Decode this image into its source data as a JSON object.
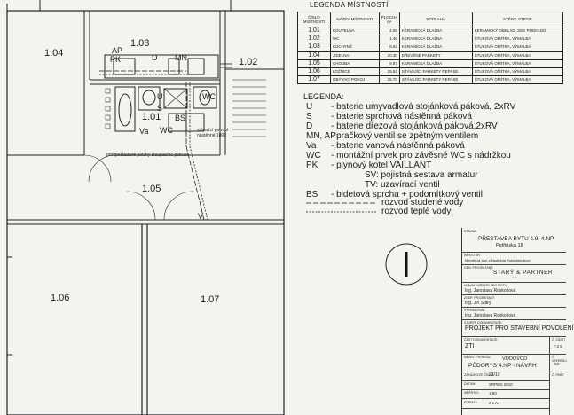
{
  "plan_labels": {
    "r103": "1.03",
    "r104": "1.04",
    "r102": "1.02",
    "r101": "1.01",
    "r105": "1.05",
    "r106": "1.06",
    "r107": "1.07",
    "ap": "AP",
    "pk": "PK",
    "d": "D",
    "mn": "MN",
    "u": "U",
    "s": "S",
    "va": "Va",
    "wc": "WC",
    "bs": "BS",
    "wc2": "WC",
    "v": "V",
    "note1": "předpokládané polohy stoupacího potrubí",
    "note2": "stávající potrubí nástěnné 1800"
  },
  "rooms_table": {
    "title": "LEGENDA MÍSTNOSTÍ",
    "headers": [
      "ČÍSLO MÍSTNOSTI",
      "NÁZEV MÍSTNOSTI",
      "PLOCHA m²",
      "PODLAHA",
      "STĚNY, STROP"
    ],
    "rows": [
      {
        "code": "1.01",
        "name": "KOUPELNA",
        "area": "4.08",
        "floor": "KERAMICKÁ DLAŽBA",
        "walls": "KERAMICKÝ OBKLAD, SDK PODHLED"
      },
      {
        "code": "1.02",
        "name": "WC",
        "area": "1.46",
        "floor": "KERAMICKÁ DLAŽBA",
        "walls": "ŠTUKOVÁ OMÍTKA, VÝMALBA"
      },
      {
        "code": "1.03",
        "name": "KUCHYNĚ",
        "area": "8.62",
        "floor": "KERAMICKÁ DLAŽBA",
        "walls": "ŠTUKOVÁ OMÍTKA, VÝMALBA"
      },
      {
        "code": "1.04",
        "name": "JÍDELNA",
        "area": "20.30",
        "floor": "DŘEVĚNÉ PARKETY",
        "walls": "ŠTUKOVÁ OMÍTKA, VÝMALBA"
      },
      {
        "code": "1.05",
        "name": "CHODBA",
        "area": "9.87",
        "floor": "KERAMICKÁ DLAŽBA",
        "walls": "ŠTUKOVÁ OMÍTKA, VÝMALBA"
      },
      {
        "code": "1.06",
        "name": "LOŽNICE",
        "area": "25.92",
        "floor": "STÁVAJÍCÍ PARKETY REPASE",
        "walls": "ŠTUKOVÁ OMÍTKA, VÝMALBA"
      },
      {
        "code": "1.07",
        "name": "OBÝVACÍ POKOJ",
        "area": "25.70",
        "floor": "STÁVAJÍCÍ PARKETY REPASE",
        "walls": "ŠTUKOVÁ OMÍTKA, VÝMALBA"
      }
    ]
  },
  "legend": {
    "heading": "LEGENDA:",
    "items": [
      {
        "key": "U",
        "text": "- baterie umyvadlová stojánková páková, 2xRV"
      },
      {
        "key": "S",
        "text": "- baterie sprchová nástěnná páková"
      },
      {
        "key": "D",
        "text": "- baterie dřezová stojánková páková,2xRV"
      },
      {
        "key": "MN, AP",
        "text": "- pračkový ventil se zpětným ventilem"
      },
      {
        "key": "Va",
        "text": "- baterie vanová nástěnná páková"
      },
      {
        "key": "WC",
        "text": "- montážní prvek pro závěsné WC s nádržkou"
      },
      {
        "key": "PK",
        "text": "- plynový kotel VAILLANT"
      },
      {
        "key": "",
        "text": "SV: pojistná sestava armatur"
      },
      {
        "key": "",
        "text": "TV: uzavírací ventil"
      },
      {
        "key": "BS",
        "text": "- bidetová sprcha + podomítkový ventil"
      }
    ],
    "cold_water": "rozvod studené vody",
    "hot_water": "rozvod teplé vody"
  },
  "title_block": {
    "stavba_lbl": "STAVBA:",
    "stavba": "PŘESTAVBA BYTU č.9, 4.NP",
    "address": "Petřinská 18",
    "investor_lbl": "INVESTOR:",
    "investor": "Mendlová Igor a Naděžda Rukovishnikovi",
    "gen_lbl": "GEN. PROJEKTANT:",
    "firm": "STARÝ & PARTNER",
    "firm_sub": "s.r.o.",
    "hlavni_lbl": "HLAVNÍ INŽENÝR PROJEKTU:",
    "hlavni": "Ing. Jaroslava Roskošová",
    "zodp_lbl": "ZODP. PROJEKTANT:",
    "zodp": "Ing. Jiří Starý",
    "vypracoval_lbl": "VYPRACOVAL:",
    "vypracoval": "Ing. Jaroslava Roskošová",
    "stupen_lbl": "STUPEŇ DOKUMENTACE:",
    "stupen": "PROJEKT PRO STAVEBNÍ POVOLENÍ",
    "cast_lbl": "ČÁST DOKUMENTACE:",
    "cast": "ZTI",
    "c_casti_lbl": "Č. ČÁSTI",
    "c_casti": "F.2.5",
    "nazev_lbl": "NÁZEV VÝKRESU:",
    "nazev1": "VODOVOD",
    "nazev2": "PŮDORYS 4.NP - NÁVRH",
    "c_vykresu_lbl": "Č. VÝKRESU",
    "c_vykresu": "03",
    "zakazka_lbl": "ZAKÁZKOVÉ ČÍSLO:",
    "zakazka": "23/10",
    "c_pare_lbl": "Č. PARE",
    "datum_lbl": "DATUM:",
    "datum": "SRPEN 2010",
    "meritko_lbl": "MĚŘÍTKO:",
    "meritko": "1:50",
    "format_lbl": "FORMÁT:",
    "format": "2 x A4"
  }
}
